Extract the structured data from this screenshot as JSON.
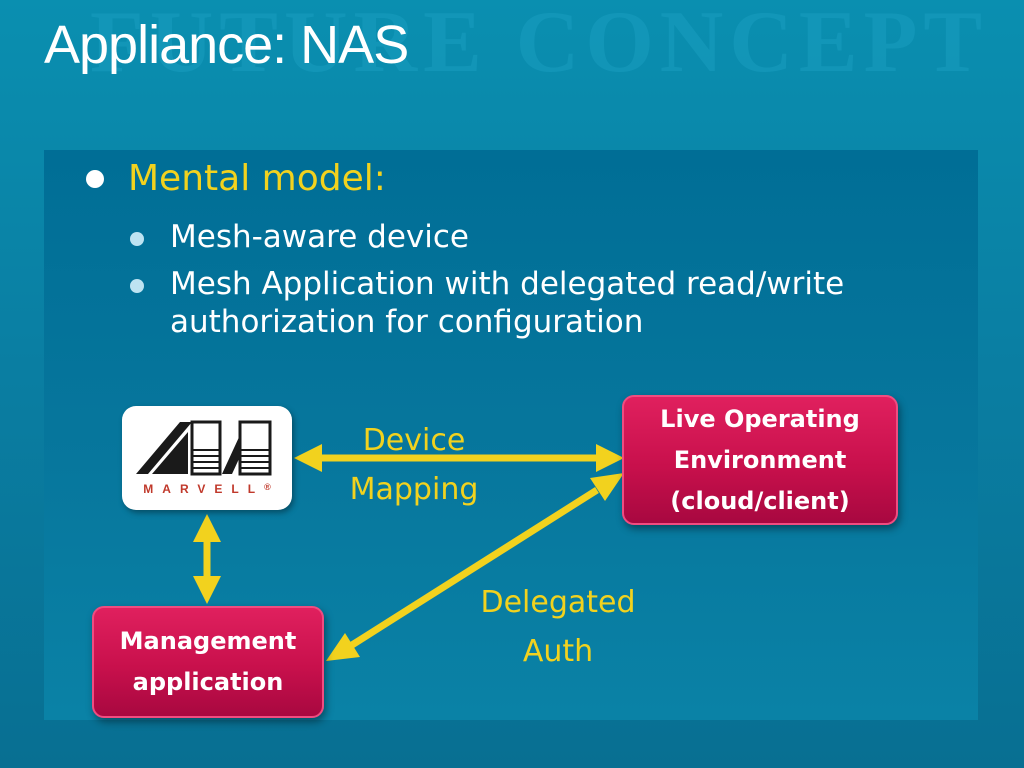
{
  "slide": {
    "watermark": "FUTURE CONCEPT",
    "title": "Appliance:  NAS",
    "bullet": {
      "text": "Mental model:"
    },
    "sub_bullets": [
      {
        "lines": [
          "Mesh-aware device"
        ]
      },
      {
        "lines": [
          "Mesh Application with delegated read/write",
          "authorization for configuration"
        ]
      }
    ]
  },
  "diagram": {
    "logo": {
      "text": "MARVELL",
      "registered": "®"
    },
    "live_env": {
      "lines": [
        "Live Operating",
        "Environment",
        "(cloud/client)"
      ]
    },
    "management": {
      "lines": [
        "Management",
        "application"
      ]
    },
    "device_mapping": {
      "lines": [
        "Device",
        "Mapping"
      ]
    },
    "delegated_auth": {
      "lines": [
        "Delegated",
        "Auth"
      ]
    }
  },
  "colors": {
    "accent_yellow": "#f2d21e",
    "box_red": "#c8104c",
    "background": "#0a7fa3"
  }
}
